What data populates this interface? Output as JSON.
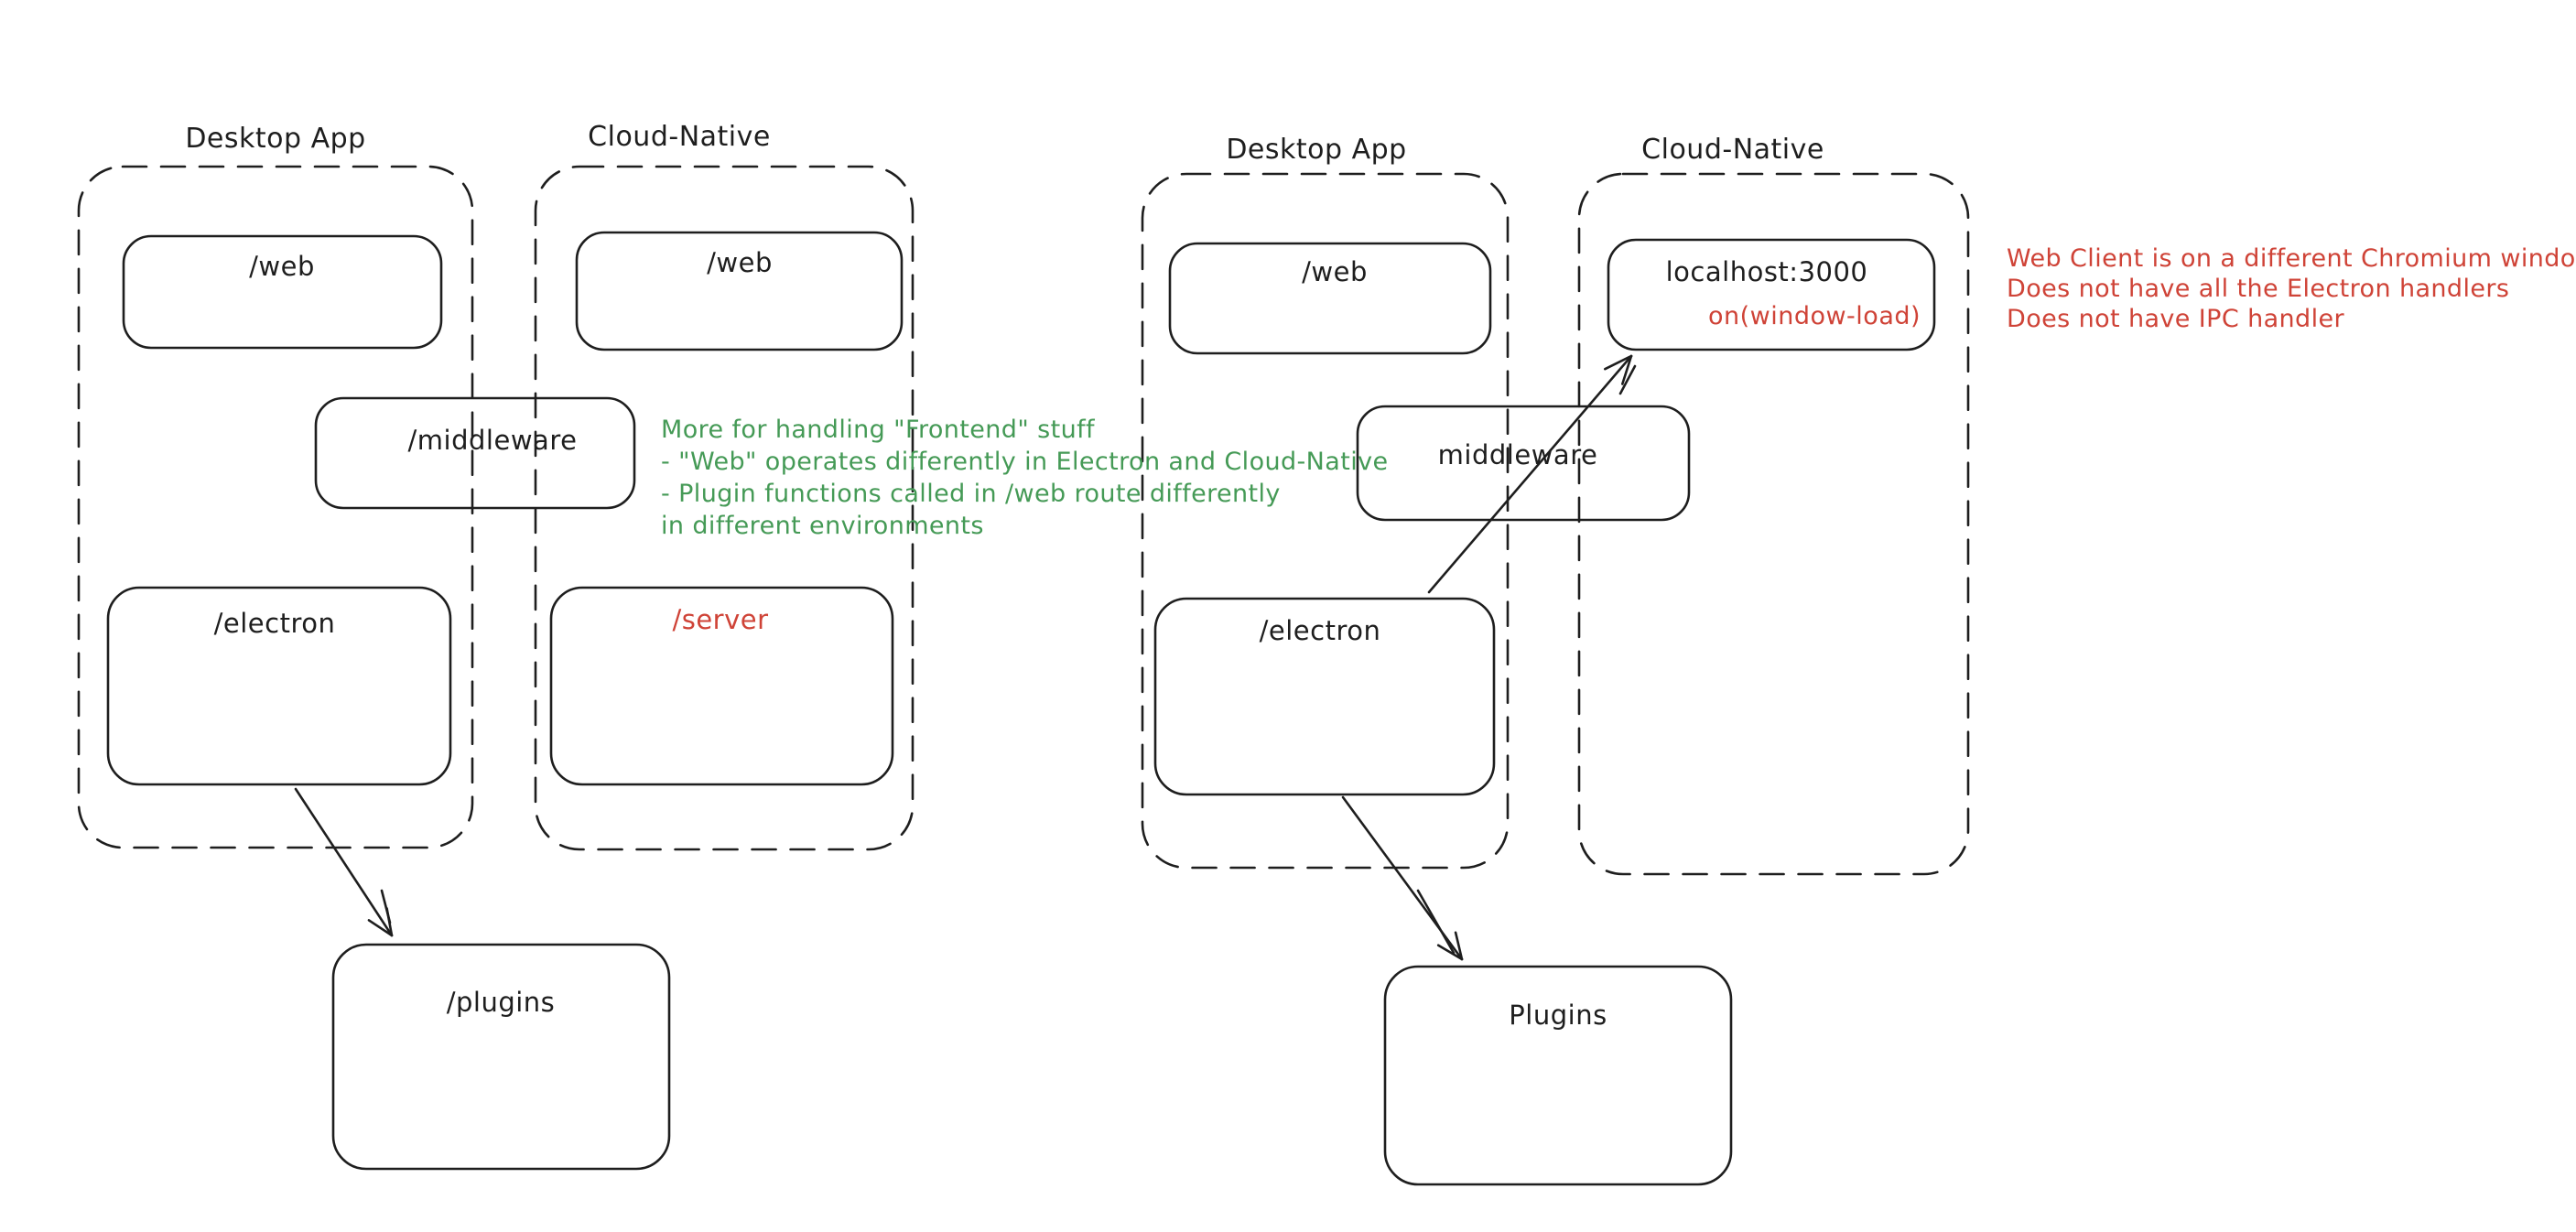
{
  "colors": {
    "background": "#ffffff",
    "ink": "#1e1e1e",
    "red": "#cf4337",
    "green": "#459a56"
  },
  "left": {
    "desktop_container_label": "Desktop App",
    "cloud_container_label": "Cloud-Native",
    "boxes": {
      "web_desktop": "/web",
      "web_cloud": "/web",
      "middleware": "/middleware",
      "electron": "/electron",
      "server": "/server",
      "plugins": "/plugins"
    },
    "note": {
      "lines": [
        "More for handling \"Frontend\" stuff",
        "- \"Web\" operates differently in Electron and Cloud-Native",
        "- Plugin functions called in /web route differently",
        "in different environments"
      ]
    }
  },
  "right": {
    "desktop_container_label": "Desktop App",
    "cloud_container_label": "Cloud-Native",
    "boxes": {
      "web": "/web",
      "localhost": "localhost:3000",
      "localhost_event": "on(window-load)",
      "middleware": "middleware",
      "electron": "/electron",
      "plugins": "Plugins"
    },
    "note": {
      "lines": [
        "Web Client is on a different Chromium window",
        "Does not have all the Electron handlers",
        "Does not have IPC handler"
      ]
    }
  }
}
